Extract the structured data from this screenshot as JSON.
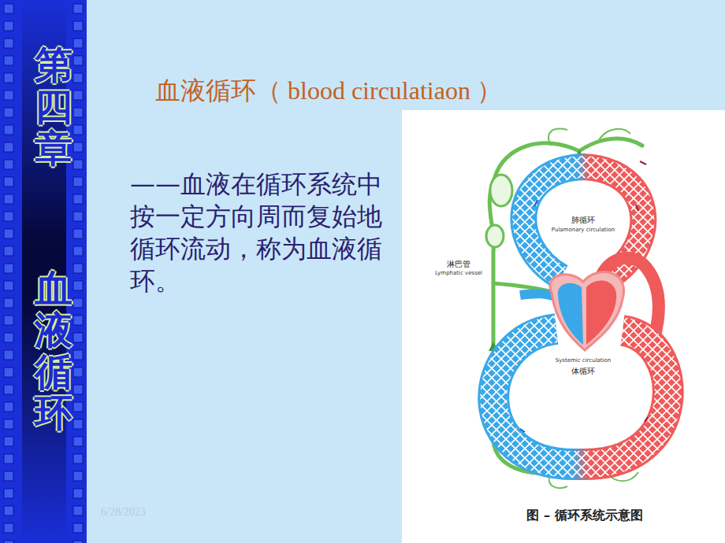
{
  "diagram": {
    "title": "血液循环（ blood circulatiaon ）",
    "caption": "图 – 循环系统示意图",
    "labels": [
      "第四章",
      "血液循环",
      "——血液在循环系统中按一定方向周而复始地循环流动，称为血液循环。",
      "肺循环",
      "Pulamonary circulation",
      "淋巴管",
      "Lymphatic vessel",
      "Systemic circulation",
      "体循环",
      "6/28/2023"
    ]
  }
}
